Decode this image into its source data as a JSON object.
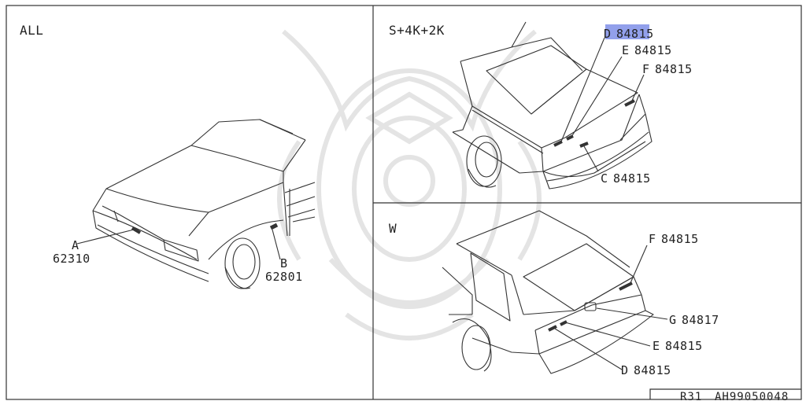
{
  "panels": {
    "all": {
      "title": "ALL",
      "callouts": [
        {
          "letter": "A",
          "part": "62310"
        },
        {
          "letter": "B",
          "part": "62801"
        }
      ]
    },
    "s4k2k": {
      "title": "S+4K+2K",
      "callouts": [
        {
          "letter": "D",
          "part": "84815"
        },
        {
          "letter": "E",
          "part": "84815"
        },
        {
          "letter": "F",
          "part": "84815"
        },
        {
          "letter": "C",
          "part": "84815"
        }
      ]
    },
    "w": {
      "title": "W",
      "callouts": [
        {
          "letter": "F",
          "part": "84815"
        },
        {
          "letter": "G",
          "part": "84817"
        },
        {
          "letter": "E",
          "part": "84815"
        },
        {
          "letter": "D",
          "part": "84815"
        }
      ]
    }
  },
  "footer": {
    "model": "R31",
    "diagram_code": "AH99050048"
  },
  "colors": {
    "line": "#333333",
    "watermark": "#e3e3e3",
    "highlight": "#7f8fe8"
  }
}
